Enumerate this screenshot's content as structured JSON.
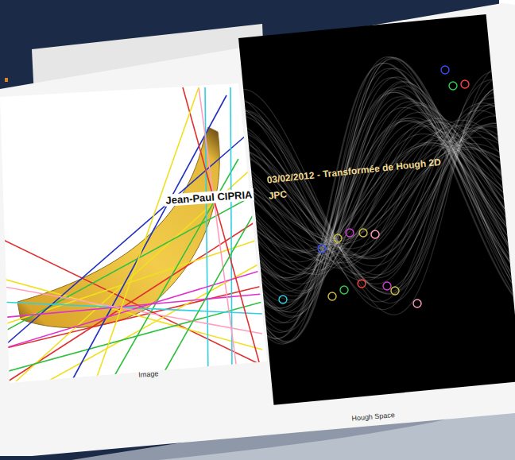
{
  "diagram": {
    "labels": [
      "Jean-Paul CIPRIA",
      "03/02/2012 - Transformée de Hough 2D",
      "JPC",
      "Image",
      "Hough Space"
    ]
  }
}
